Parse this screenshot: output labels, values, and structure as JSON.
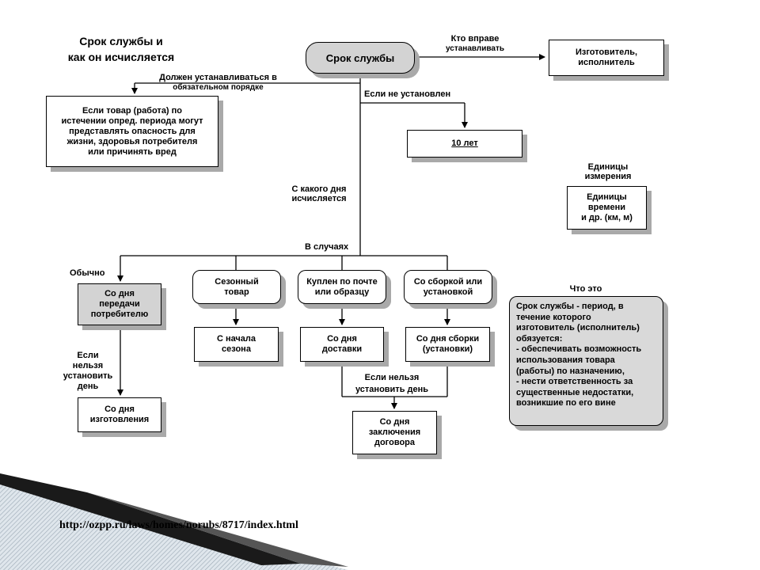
{
  "title": {
    "line1": "Срок службы и",
    "line2": "как он исчисляется"
  },
  "nodes": {
    "central": "Срок службы",
    "who": [
      "Изготовитель,",
      "исполнитель"
    ],
    "mandatory": [
      "Если товар (работа) по",
      "истечении опред. периода могут",
      "представлять опасность для",
      "жизни, здоровья потребителя",
      "или причинять вред"
    ],
    "ten_years": "10 лет",
    "units": [
      "Единицы",
      "времени",
      "и др. (км, м)"
    ],
    "transfer": [
      "Со дня",
      "передачи",
      "потребителю"
    ],
    "manufacture": [
      "Со дня",
      "изготовления"
    ],
    "seasonal": [
      "Сезонный",
      "товар"
    ],
    "mail": [
      "Куплен по почте",
      "или образцу"
    ],
    "assembly": [
      "Со сборкой или",
      "установкой"
    ],
    "season_start": [
      "С начала",
      "сезона"
    ],
    "delivery": [
      "Со дня",
      "доставки"
    ],
    "assembly_day": [
      "Со дня  сборки",
      "(установки)"
    ],
    "contract": [
      "Со дня",
      "заключения",
      "договора"
    ],
    "definition": "Срок службы - период, в\nтечение которого\nизготовитель (исполнитель)\nобязуется:\n- обеспечивать возможность\nиспользования товара\n(работы) по назначению,\n- нести ответственность за\nсущественные недостатки,\nвозникшие по его вине"
  },
  "labels": {
    "who_may": [
      "Кто вправе",
      "устанавливать"
    ],
    "must": [
      "Должен устанавливаться в",
      "обязательном порядке"
    ],
    "if_not_set": "Если не установлен",
    "from_which_day": [
      "С какого дня",
      "исчисляется"
    ],
    "units_heading": [
      "Единицы",
      "измерения"
    ],
    "in_cases": "В случаях",
    "usually": "Обычно",
    "cannot_day": "Если\nнельзя\nустановить\nдень",
    "cannot_day2": [
      "Если нельзя",
      "установить день"
    ],
    "what_is": "Что это"
  },
  "footer": "http://ozpp.ru/laws/homes/norubs/8717/index.html",
  "colors": {
    "box_fill": "#ffffff",
    "gray_fill": "#d3d3d3",
    "shadow": "#a9a9a9",
    "line": "#000000"
  }
}
